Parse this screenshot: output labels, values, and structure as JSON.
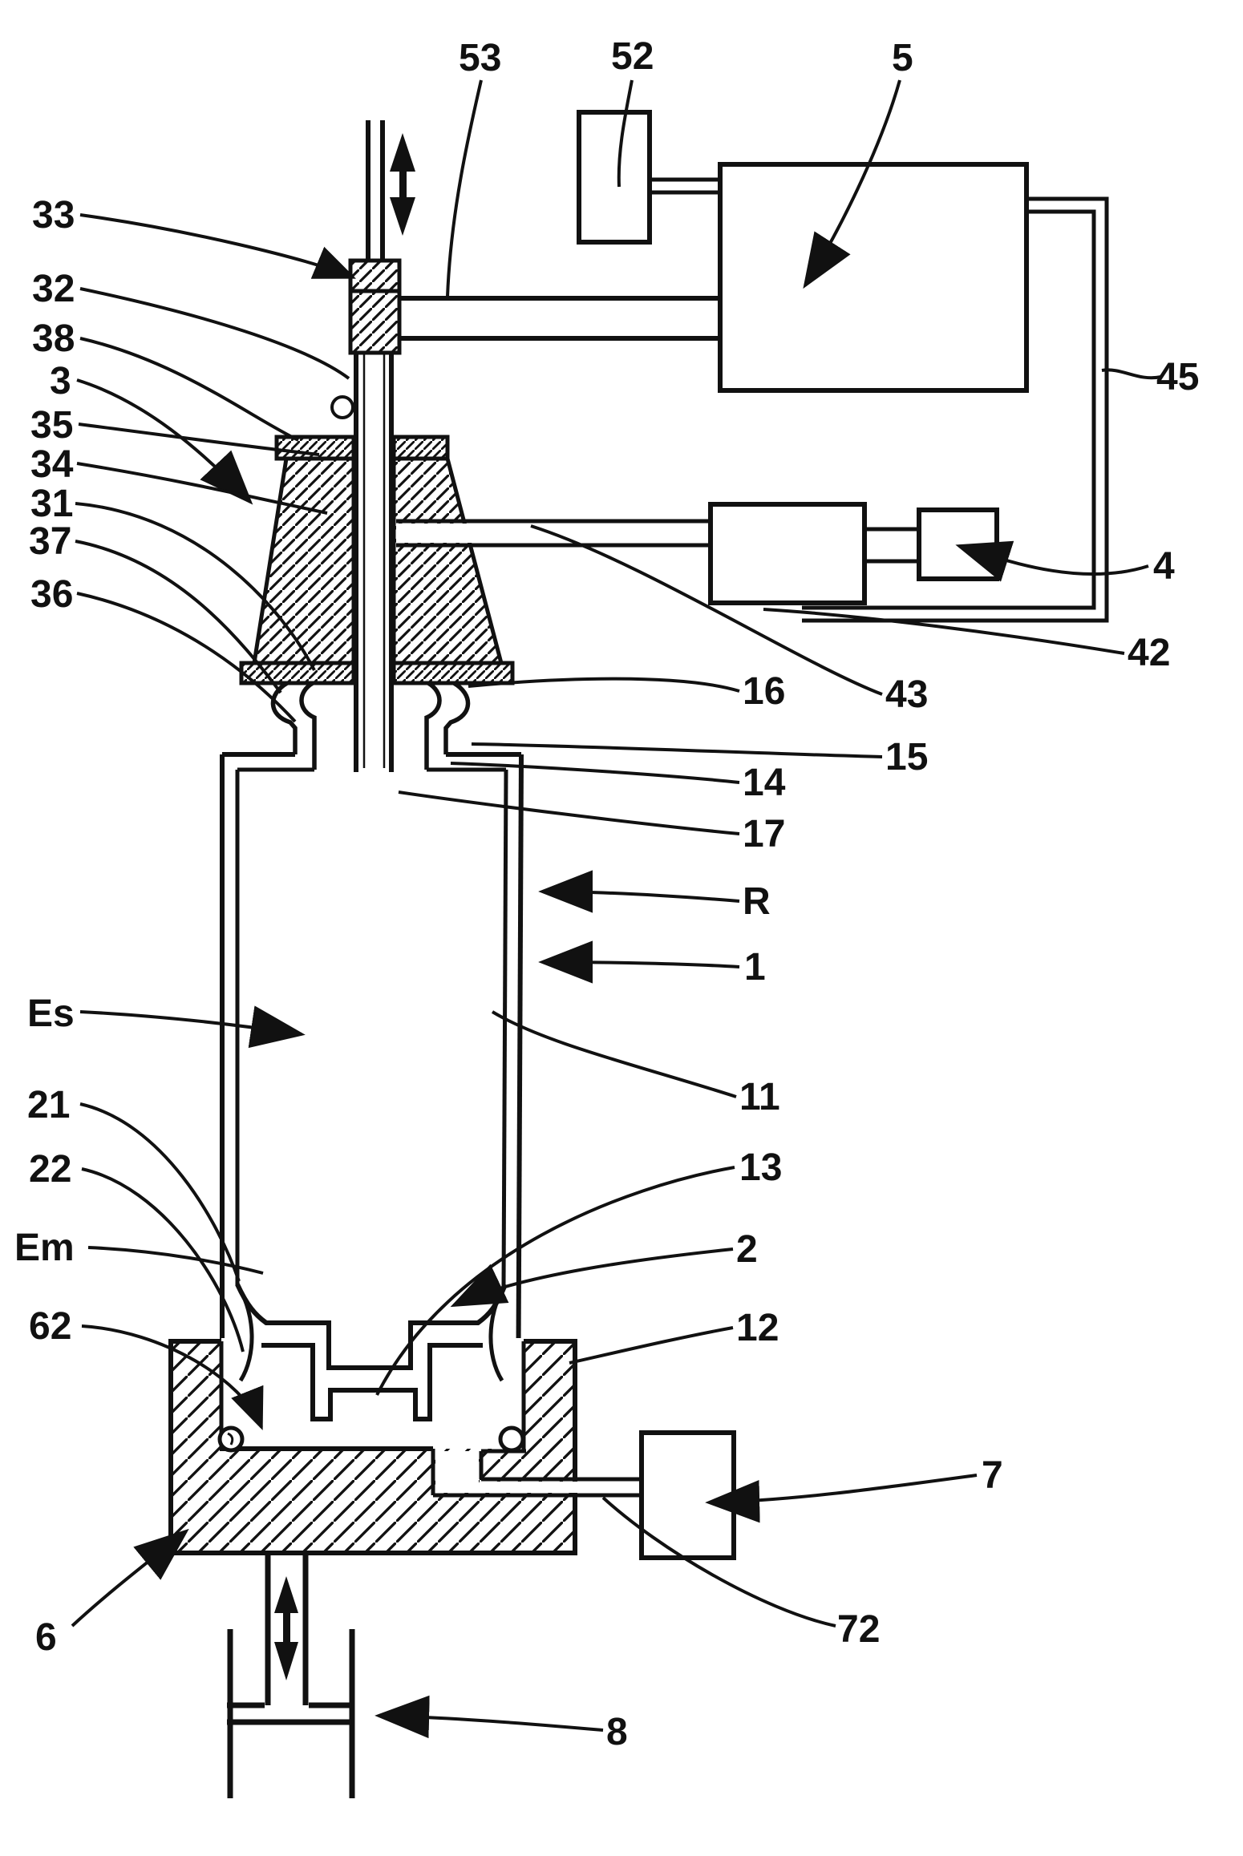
{
  "figure": {
    "type": "patent-technical-diagram",
    "background": "#ffffff",
    "line_color": "#111111",
    "description": "Sectional diagram of a vertical feeder apparatus with needle rod, funnel, reservoir cylinder, bottom mold block, piston and control boxes"
  },
  "labels": {
    "l53": "53",
    "l52": "52",
    "l5": "5",
    "l45": "45",
    "l4": "4",
    "l42": "42",
    "l43": "43",
    "l33": "33",
    "l32": "32",
    "l38": "38",
    "l3": "3",
    "l35": "35",
    "l34": "34",
    "l31": "31",
    "l37": "37",
    "l36": "36",
    "l16": "16",
    "l15": "15",
    "l14": "14",
    "l17": "17",
    "lR": "R",
    "l1": "1",
    "l11": "11",
    "l13": "13",
    "l2": "2",
    "l12": "12",
    "lEs": "Es",
    "l21": "21",
    "l22": "22",
    "lEm": "Em",
    "l62": "62",
    "l6": "6",
    "l7": "7",
    "l72": "72",
    "l8": "8"
  }
}
